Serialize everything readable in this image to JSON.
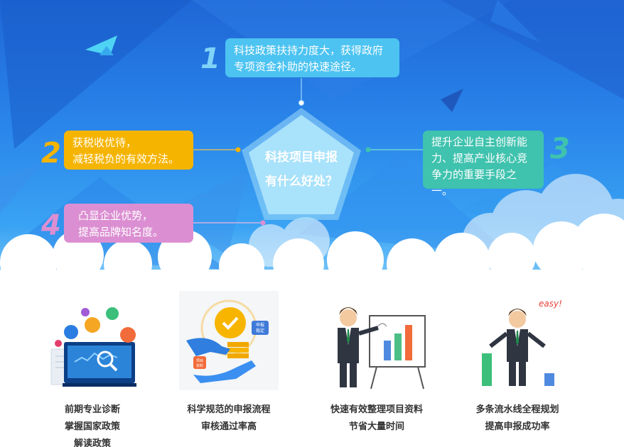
{
  "hero": {
    "center_title_line1": "科技项目申报",
    "center_title_line2": "有什么好处？",
    "benefits": [
      {
        "number": "1",
        "line1": "科技政策扶持力度大，获得政府",
        "line2": "专项资金补助的快速途径。",
        "line3": ""
      },
      {
        "number": "2",
        "line1": "获税收优待，",
        "line2": "减轻税负的有效方法。",
        "line3": ""
      },
      {
        "number": "3",
        "line1": "提升企业自主创新能",
        "line2": "力、提高产业核心竞",
        "line3": "争力的重要手段之一。"
      },
      {
        "number": "4",
        "line1": "凸显企业优势，",
        "line2": "提高品牌知名度。",
        "line3": ""
      }
    ]
  },
  "features": [
    {
      "icon": "data-analysis-icon",
      "line1": "前期专业诊断",
      "line2": "掌握国家政策",
      "line3": "解读政策"
    },
    {
      "icon": "coin-hands-icon",
      "line1": "科学规范的申报流程",
      "line2": "审核通过率高",
      "line3": "",
      "badge_top": "申报\n稳定",
      "badge_left": "项目\n资料"
    },
    {
      "icon": "presenter-chart-icon",
      "line1": "快速有效整理项目资料",
      "line2": "节省大量时间",
      "line3": ""
    },
    {
      "icon": "easy-businessman-icon",
      "line1": "多条流水线全程规划",
      "line2": "提高申报成功率",
      "line3": "",
      "exclaim": "easy!"
    }
  ],
  "colors": {
    "hero_top": "#1e66d6",
    "hero_bottom": "#7fcaf8",
    "benefit_1": "#4cc3f1",
    "benefit_2": "#f5b400",
    "benefit_3": "#3fc2ae",
    "benefit_4": "#db8fd2",
    "pentagon": "#9edcfa",
    "feature_text": "#333333"
  }
}
